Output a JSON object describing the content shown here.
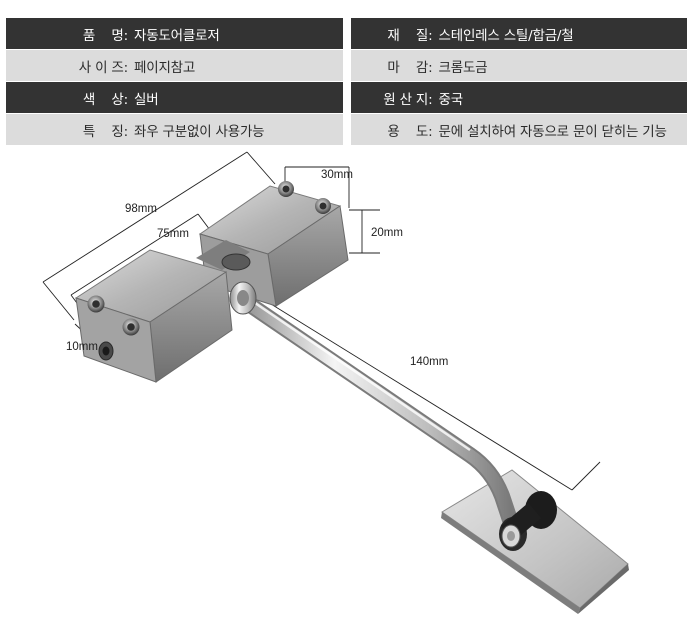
{
  "specs": [
    {
      "style": "dark",
      "left": {
        "label": "품    명:",
        "value": "자동도어클로저"
      },
      "right": {
        "label": "재    질:",
        "value": "스테인레스 스틸/합금/철"
      }
    },
    {
      "style": "light",
      "left": {
        "label": "사 이 즈:",
        "value": "페이지참고"
      },
      "right": {
        "label": "마    감:",
        "value": "크롬도금"
      }
    },
    {
      "style": "dark",
      "left": {
        "label": "색    상:",
        "value": "실버"
      },
      "right": {
        "label": "원 산 지:",
        "value": "중국"
      }
    },
    {
      "style": "light",
      "left": {
        "label": "특    징:",
        "value": "좌우 구분없이 사용가능"
      },
      "right": {
        "label": "용    도:",
        "value": "문에 설치하여 자동으로 문이 닫히는 기능"
      }
    }
  ],
  "dimensions": {
    "total_length": "98mm",
    "body_length": "75mm",
    "body_width": "30mm",
    "body_height": "20mm",
    "hole_size": "10mm",
    "arm_length": "140mm"
  }
}
